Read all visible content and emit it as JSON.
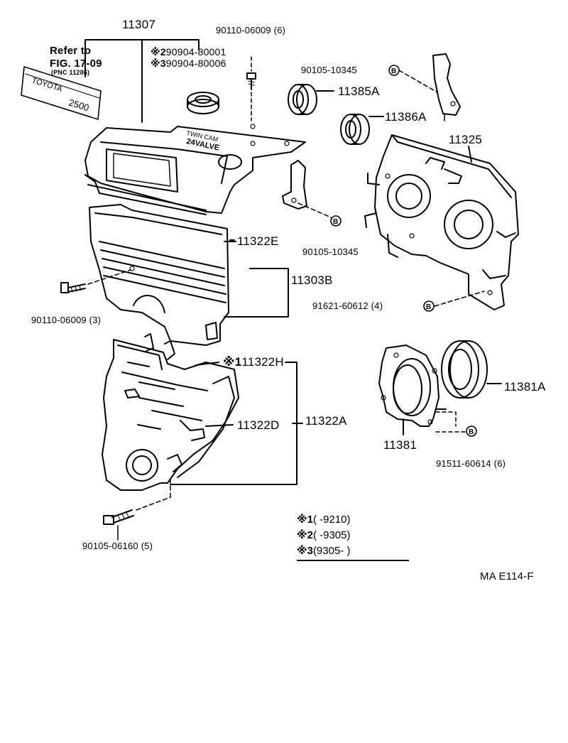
{
  "labels": {
    "part_11307": "11307",
    "refer_to": "Refer to",
    "refer_fig": "FIG. 17-09",
    "refer_pnc": "(PNC 11286)",
    "plate_brand": "TOYOTA",
    "plate_model": "2500",
    "cover_text_1": "TWIN CAM",
    "cover_text_2": "24VALVE",
    "alt1_mark": "※2",
    "alt1_part": "90904-80001",
    "alt2_mark": "※3",
    "alt2_part": "90904-80006",
    "bolt_top": "90110-06009 (6)",
    "bolt_b1": "90105-10345",
    "seal_11385a": "11385A",
    "seal_11386a": "11386A",
    "cover_11325": "11325",
    "bolt_b2": "90105-10345",
    "part_11322e": "11322E",
    "part_11303b": "11303B",
    "bolt_left": "90110-06009 (3)",
    "bolt_91621": "91621-60612 (4)",
    "h_mark": "※1",
    "part_11322h": "11322H",
    "part_11381a": "11381A",
    "part_11322d": "11322D",
    "part_11322a": "11322A",
    "part_11381": "11381",
    "bolt_91511": "91511-60614 (6)",
    "bolt_bottom": "90105-06160 (5)",
    "circle_b": "B",
    "ref_code": "MA E114-F"
  },
  "legend": [
    {
      "mark": "※1",
      "text": "(        -9210)"
    },
    {
      "mark": "※2",
      "text": "(        -9305)"
    },
    {
      "mark": "※3",
      "text": "(9305-        )"
    }
  ]
}
